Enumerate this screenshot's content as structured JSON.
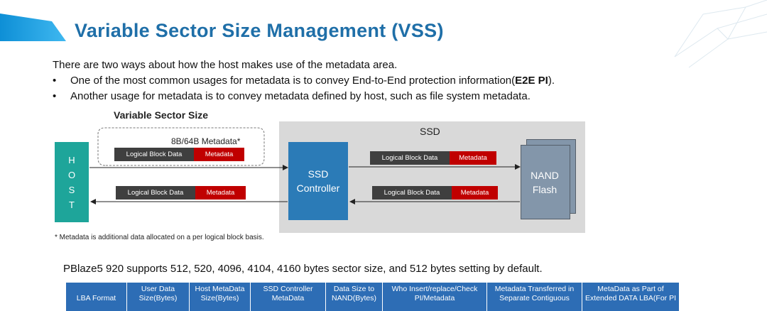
{
  "title": "Variable Sector Size Management (VSS)",
  "intro": "There are two ways about how the host makes use of the metadata area.",
  "bullets": [
    {
      "before": "One of the most common usages for metadata is to convey End-to-End protection information(",
      "bold": "E2E PI",
      "after": ")."
    },
    {
      "before": "Another usage for metadata is to convey metadata defined by host, such as file system metadata.",
      "bold": "",
      "after": ""
    }
  ],
  "diagram": {
    "variable_sector_label": "Variable Sector Size",
    "metadata_size_label": "8B/64B Metadata*",
    "ssd_label": "SSD",
    "host_letters": [
      "H",
      "O",
      "S",
      "T"
    ],
    "controller_label": [
      "SSD",
      "Controller"
    ],
    "nand_label": [
      "NAND",
      "Flash"
    ],
    "logical_block_label": "Logical Block Data",
    "metadata_label": "Metadata",
    "colors": {
      "host": "#1ea59a",
      "controller": "#2b7bb7",
      "metadata": "#c00000",
      "logical_block": "#3f3f3f",
      "nand": "#8396aa",
      "ssd_area": "#d9d9d9"
    }
  },
  "footnote": "* Metadata is additional data allocated on a per logical block basis.",
  "support_line": "PBlaze5 920 supports 512, 520, 4096, 4104, 4160 bytes sector size,  and 512 bytes setting by default.",
  "table_headers": [
    "LBA Format",
    "User Data Size(Bytes)",
    "Host MetaData Size(Bytes)",
    "SSD Controller MetaData",
    "Data Size to NAND(Bytes)",
    "Who Insert/replace/Check PI/Metadata",
    "Metadata Transferred in Separate Contiguous",
    "MetaData as Part of Extended DATA LBA(For PI"
  ]
}
